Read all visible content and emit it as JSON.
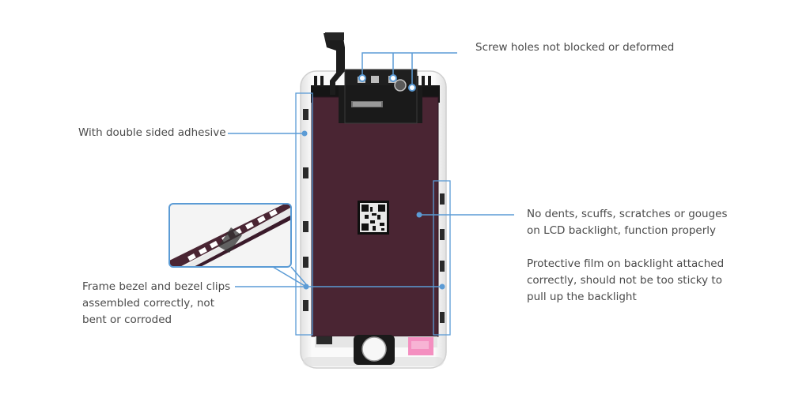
{
  "colors": {
    "callout_line": "#5b9bd5",
    "text": "#4a4a4a",
    "backlight": "#4a2533",
    "frame": "#ffffff",
    "pink_tab": "#f48fc0"
  },
  "callouts": {
    "screw_holes": {
      "lines": [
        "Screw holes not blocked or deformed"
      ]
    },
    "adhesive": {
      "lines": [
        "With double sided adhesive"
      ]
    },
    "backlight_condition": {
      "lines": [
        "No dents, scuffs, scratches or gouges",
        "on LCD backlight, function properly"
      ]
    },
    "protective_film": {
      "lines": [
        "Protective film on backlight attached",
        "correctly, should not be too sticky to",
        "pull up the backlight"
      ]
    },
    "frame_bezel": {
      "lines": [
        "Frame bezel and bezel clips",
        "assembled correctly, not",
        "bent or corroded"
      ]
    }
  }
}
